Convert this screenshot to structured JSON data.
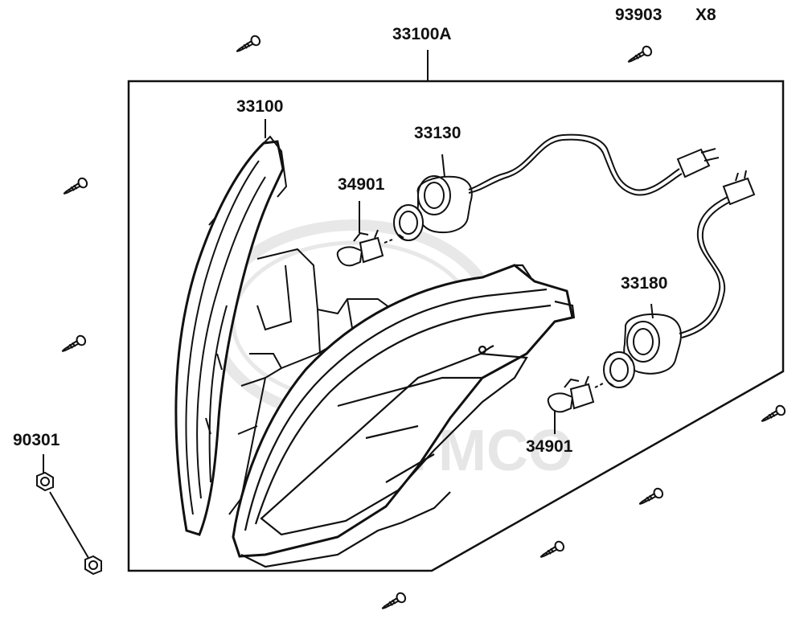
{
  "labels": {
    "assembly": "33100A",
    "lens_housing": "33100",
    "socket_upper": "33130",
    "socket_lower": "33180",
    "bulb_upper": "34901",
    "bulb_lower": "34901",
    "screw": "93903",
    "screw_qty": "X8",
    "nut": "90301"
  },
  "watermark": "KYMCO",
  "colors": {
    "line": "#111111",
    "watermark": "#e6e6e6"
  }
}
